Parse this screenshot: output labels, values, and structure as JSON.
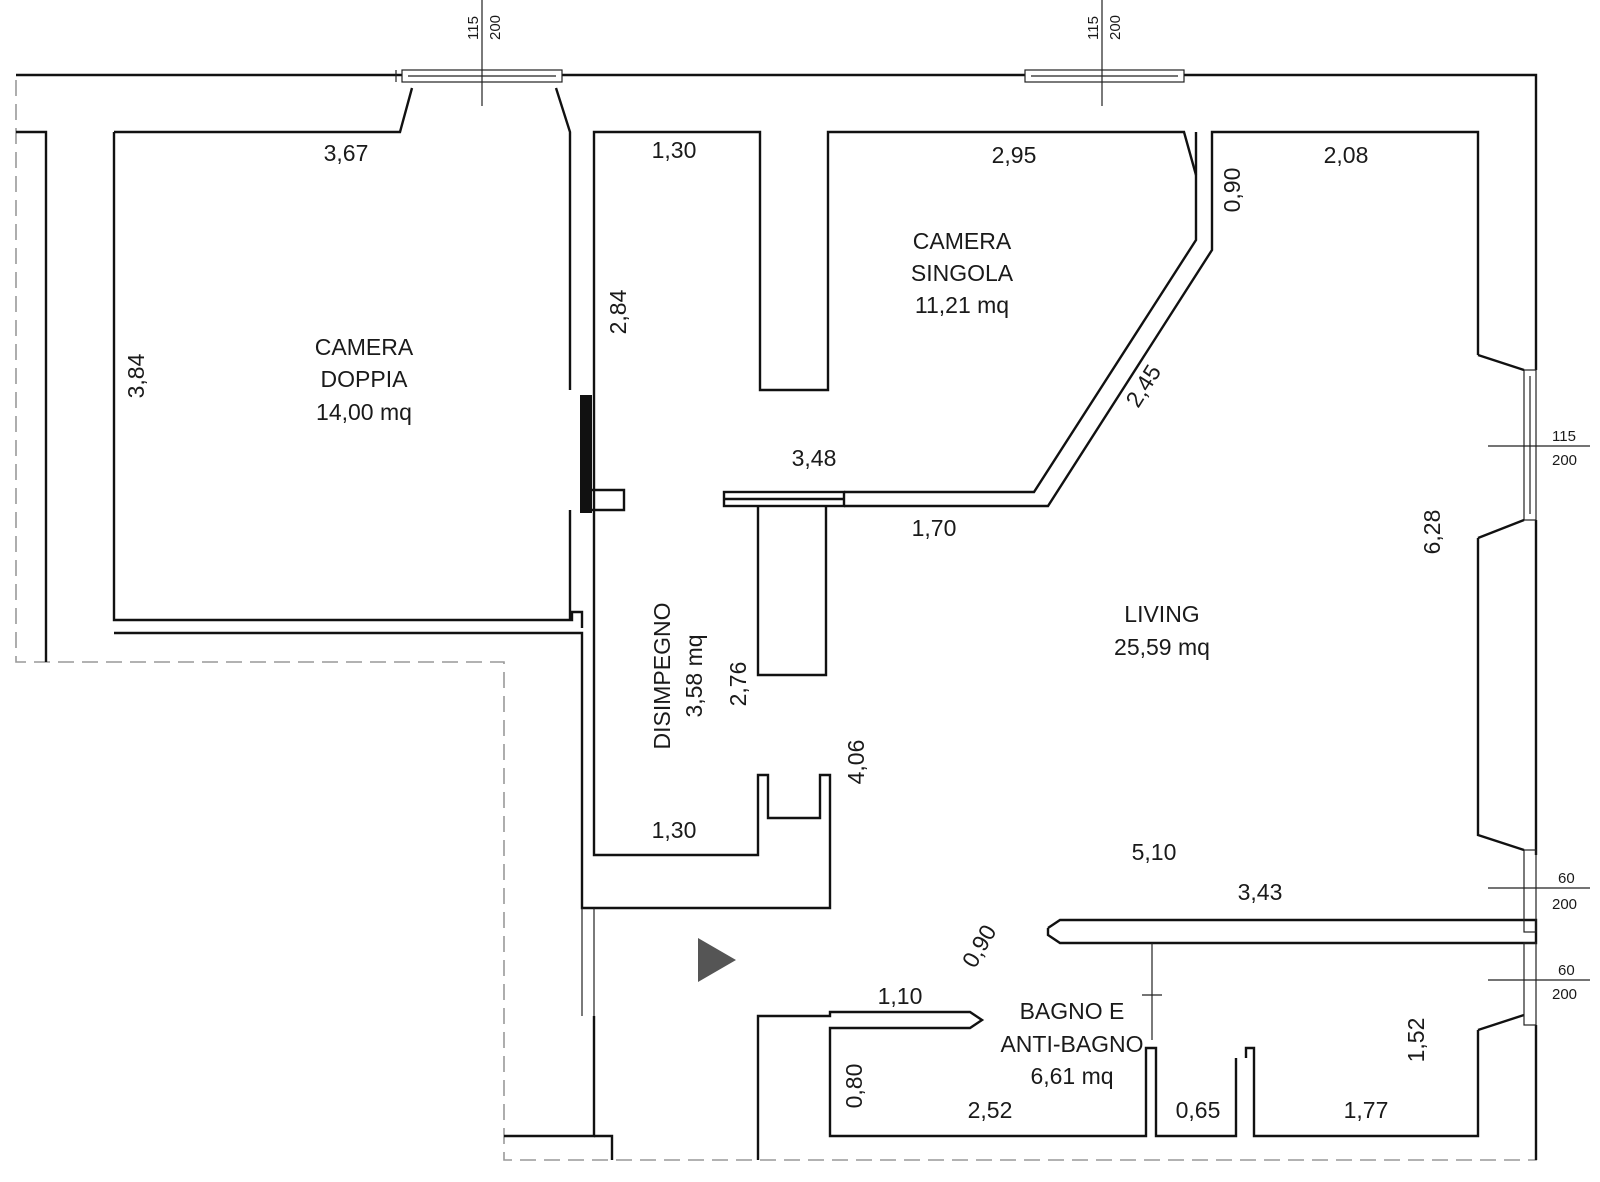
{
  "rooms": {
    "camera_doppia": {
      "line1": "CAMERA",
      "line2": "DOPPIA",
      "area": "14,00 mq"
    },
    "camera_singola": {
      "line1": "CAMERA",
      "line2": "SINGOLA",
      "area": "11,21 mq"
    },
    "disimpegno": {
      "name": "DISIMPEGNO",
      "area": "3,58 mq"
    },
    "living": {
      "name": "LIVING",
      "area": "25,59 mq"
    },
    "bagno": {
      "line1": "BAGNO E",
      "line2": "ANTI-BAGNO",
      "area": "6,61 mq"
    }
  },
  "dimensions": {
    "d_367": "3,67",
    "d_130_top": "1,30",
    "d_295": "2,95",
    "d_090_top": "0,90",
    "d_208": "2,08",
    "d_384": "3,84",
    "d_284": "2,84",
    "d_245": "2,45",
    "d_348": "3,48",
    "d_170": "1,70",
    "d_628": "6,28",
    "d_276": "2,76",
    "d_406": "4,06",
    "d_130_bottom": "1,30",
    "d_510": "5,10",
    "d_343": "3,43",
    "d_090_bottom": "0,90",
    "d_110": "1,10",
    "d_152": "1,52",
    "d_080": "0,80",
    "d_252": "2,52",
    "d_065": "0,65",
    "d_177": "1,77"
  },
  "windows": {
    "w1": {
      "width": "115",
      "height": "200"
    },
    "w2": {
      "width": "115",
      "height": "200"
    },
    "w3": {
      "width": "115",
      "height": "200"
    },
    "w4": {
      "width": "60",
      "height": "200"
    },
    "w5": {
      "width": "60",
      "height": "200"
    }
  },
  "colors": {
    "wall": "#111111",
    "entrance_arrow": "#555555",
    "dashed_boundary": "#999999"
  }
}
